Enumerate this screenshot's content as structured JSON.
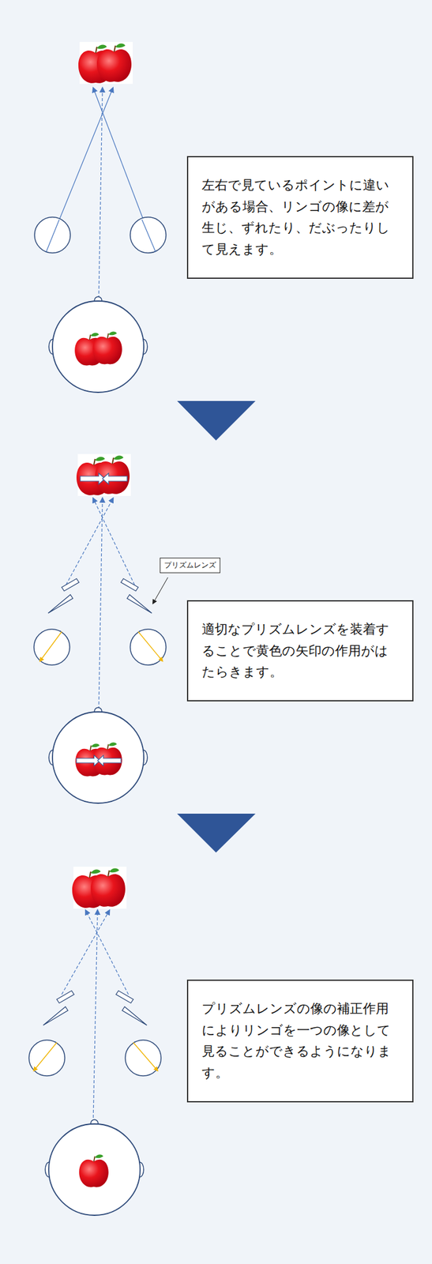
{
  "diagram": {
    "nodes": [
      {
        "text": [
          "左右で見ているポイントに違いがある場合、リンゴの像に差が生じ、ずれたり、だぶったりして見えます。"
        ]
      },
      {
        "text": [
          "プリズムレンズ"
        ]
      },
      {
        "text": [
          "適切なプリズムレンズを装着することで黄色の矢印の作用がはたらきます。"
        ]
      },
      {
        "text": [
          "プリズムレンズの像の補正作用によりリンゴを一つの像として見ることができるようになります。"
        ]
      }
    ]
  }
}
